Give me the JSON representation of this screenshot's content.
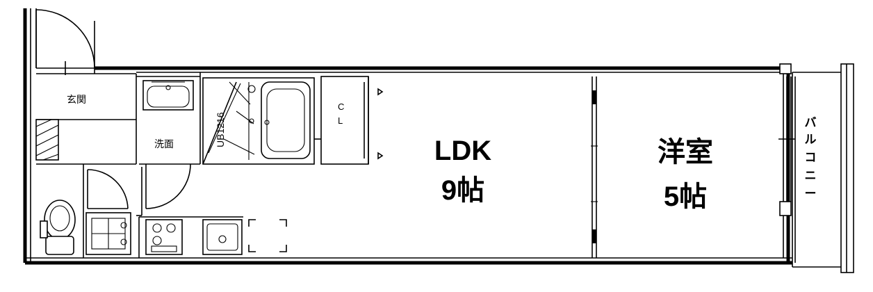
{
  "rooms": {
    "genkan": "玄関",
    "senmen": "洗面",
    "closet_line1": "C",
    "closet_line2": "L",
    "ldk_name": "LDK",
    "ldk_size": "9帖",
    "yoshitsu_name": "洋室",
    "yoshitsu_size": "5帖",
    "balcony": [
      "バ",
      "ル",
      "コ",
      "ニ",
      "ー"
    ],
    "ub_label": "UB1216"
  },
  "colors": {
    "line": "#000000",
    "background": "#ffffff"
  }
}
